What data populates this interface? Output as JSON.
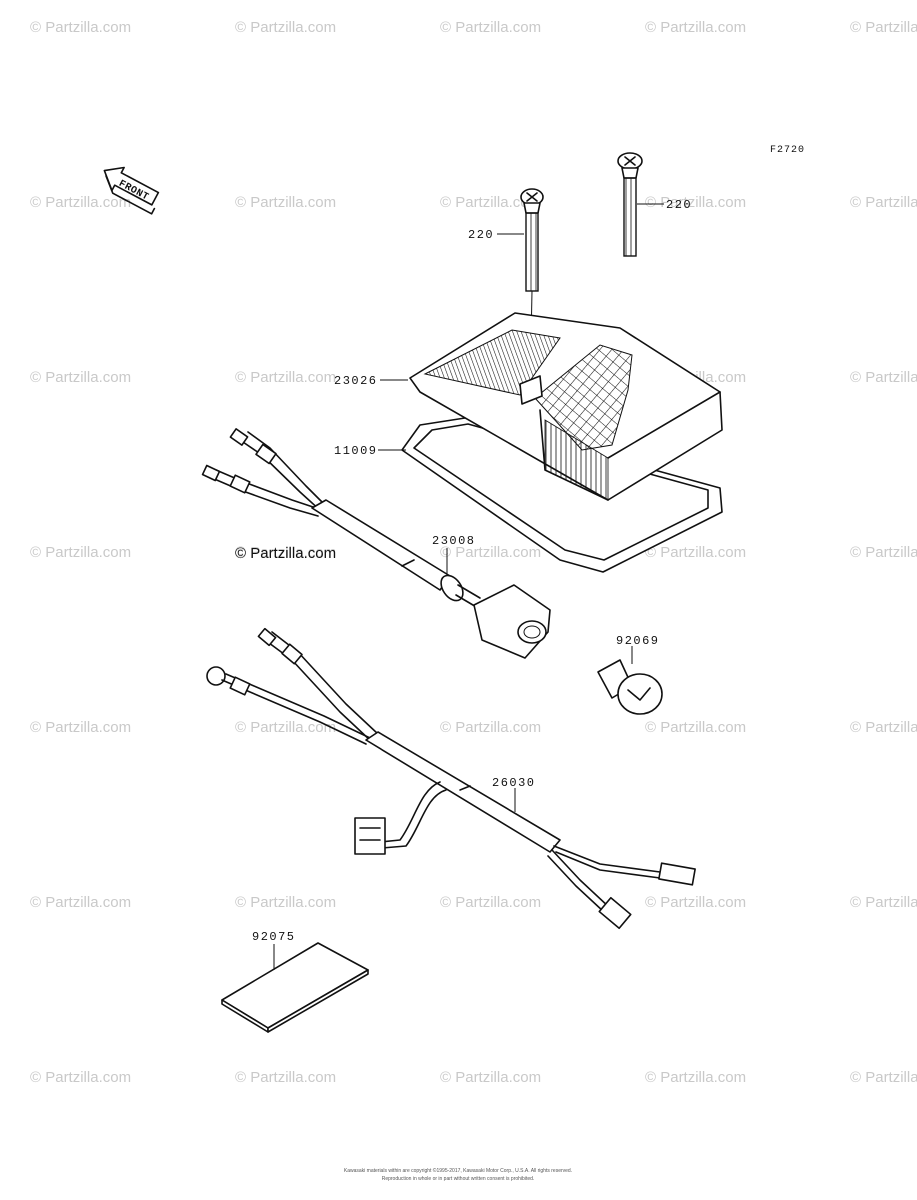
{
  "diagram": {
    "code": "F2720",
    "front_label": "FRONT",
    "brand_watermark": "© Partzilla.com",
    "copyright_line1": "Kawasaki materials within are copyright ©1995-2017, Kawasaki Motor Corp., U.S.A. All rights reserved.",
    "copyright_line2": "Reproduction in whole or in part without written consent is prohibited.",
    "parts": [
      {
        "id": "screw-left",
        "label": "220"
      },
      {
        "id": "screw-right",
        "label": "220"
      },
      {
        "id": "lens",
        "label": "23026"
      },
      {
        "id": "gasket",
        "label": "11009"
      },
      {
        "id": "socket",
        "label": "23008"
      },
      {
        "id": "bulb",
        "label": "92069"
      },
      {
        "id": "harness",
        "label": "26030"
      },
      {
        "id": "pad",
        "label": "92075"
      }
    ]
  }
}
